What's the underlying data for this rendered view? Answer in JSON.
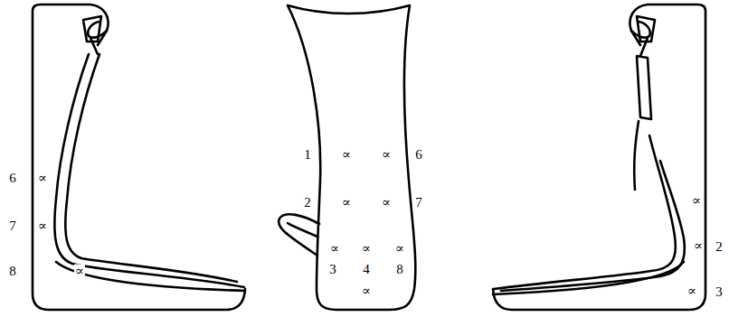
{
  "diagram": {
    "labels": [
      "6",
      "∝",
      "7",
      "∝",
      "8",
      "∝",
      "1",
      "∝",
      "∝",
      "6",
      "2",
      "∝",
      "∝",
      "7",
      "∝",
      "∝",
      "∝",
      "3",
      "4",
      "8",
      "∝",
      "∝",
      "∝",
      "2",
      "∝",
      "3"
    ]
  }
}
